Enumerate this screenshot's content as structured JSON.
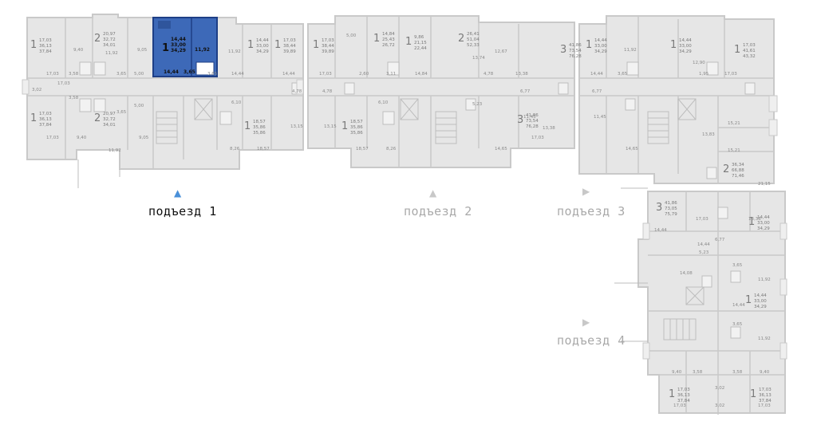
{
  "colors": {
    "wall": "#c9c9c9",
    "room": "#e6e6e6",
    "selected": "#3d69b8",
    "selected_dark": "#1e3f86",
    "text": "#6e6e6e",
    "active": "#111111",
    "inactive": "#a9a9a9",
    "accent": "#4a90d9"
  },
  "entrances": [
    {
      "label": "подъезд 1",
      "state": "active"
    },
    {
      "label": "подъезд 2",
      "state": "inactive"
    },
    {
      "label": "подъезд 3",
      "state": "inactive"
    },
    {
      "label": "подъезд 4",
      "state": "inactive"
    }
  ],
  "selected_apartment": {
    "rooms": "1",
    "living": "14,44",
    "total": "33,00",
    "total_with_balcony": "34,29",
    "room_dims": "14,44",
    "width": "3,65",
    "kitchen": "11,92"
  },
  "apartments": [
    {
      "id": "a1",
      "rooms": "1",
      "lines": [
        "17,03",
        "36,13",
        "37,84"
      ]
    },
    {
      "id": "a2",
      "rooms": "2",
      "lines": [
        "20,97",
        "32,72",
        "34,01"
      ]
    },
    {
      "id": "a3",
      "rooms": "1",
      "lines": [
        "14,44",
        "33,00",
        "34,29"
      ]
    },
    {
      "id": "a4",
      "rooms": "1",
      "lines": [
        "17,03",
        "38,44",
        "39,89"
      ]
    },
    {
      "id": "a5",
      "rooms": "1",
      "lines": [
        "17,03",
        "36,13",
        "37,84"
      ]
    },
    {
      "id": "a6",
      "rooms": "2",
      "lines": [
        "20,97",
        "32,72",
        "34,01"
      ]
    },
    {
      "id": "a7",
      "rooms": "1",
      "lines": [
        "18,57",
        "35,86",
        "35,86"
      ]
    },
    {
      "id": "a8",
      "rooms": "1",
      "lines": [
        "17,03",
        "38,44",
        "39,89"
      ]
    },
    {
      "id": "a9",
      "rooms": "1",
      "lines": [
        "14,84",
        "25,43",
        "26,72"
      ]
    },
    {
      "id": "a10",
      "rooms": "1",
      "lines": [
        "9,86",
        "21,15",
        "22,44"
      ]
    },
    {
      "id": "a11",
      "rooms": "2",
      "lines": [
        "26,41",
        "51,04",
        "52,33"
      ]
    },
    {
      "id": "a12",
      "rooms": "1",
      "lines": [
        "18,57",
        "35,86",
        "35,86"
      ]
    },
    {
      "id": "a13",
      "rooms": "3",
      "lines": [
        "41,86",
        "73,54",
        "76,28"
      ]
    },
    {
      "id": "a14",
      "rooms": "3",
      "lines": [
        "41,86",
        "73,54",
        "76,28"
      ]
    },
    {
      "id": "a15",
      "rooms": "1",
      "lines": [
        "14,44",
        "33,00",
        "34,29"
      ]
    },
    {
      "id": "a16",
      "rooms": "1",
      "lines": [
        "14,44",
        "33,00",
        "34,29"
      ]
    },
    {
      "id": "a17",
      "rooms": "1",
      "lines": [
        "17,03",
        "41,61",
        "43,32"
      ]
    },
    {
      "id": "a18",
      "rooms": "2",
      "lines": [
        "36,34",
        "66,88",
        "71,46"
      ]
    },
    {
      "id": "a19",
      "rooms": "3",
      "lines": [
        "41,86",
        "73,05",
        "75,79"
      ]
    },
    {
      "id": "a20",
      "rooms": "1",
      "lines": [
        "14,44",
        "33,00",
        "34,29"
      ]
    },
    {
      "id": "a21",
      "rooms": "1",
      "lines": [
        "14,44",
        "33,00",
        "34,29"
      ]
    },
    {
      "id": "a22",
      "rooms": "1",
      "lines": [
        "17,03",
        "36,13",
        "37,84"
      ]
    },
    {
      "id": "a23",
      "rooms": "1",
      "lines": [
        "17,03",
        "36,13",
        "37,84"
      ]
    }
  ],
  "room_labels": [
    {
      "id": "r1",
      "text": "9,40"
    },
    {
      "id": "r2",
      "text": "11,92"
    },
    {
      "id": "r3",
      "text": "9,05"
    },
    {
      "id": "r4",
      "text": "17,03"
    },
    {
      "id": "r5",
      "text": "3,58"
    },
    {
      "id": "r6",
      "text": "3,65"
    },
    {
      "id": "r7",
      "text": "5,00"
    },
    {
      "id": "r8",
      "text": "3,02"
    },
    {
      "id": "r9",
      "text": "9,40"
    },
    {
      "id": "r10",
      "text": "11,92"
    },
    {
      "id": "r11",
      "text": "9,05"
    },
    {
      "id": "r12",
      "text": "17,03"
    },
    {
      "id": "r13",
      "text": "3,58"
    },
    {
      "id": "r14",
      "text": "3,65"
    },
    {
      "id": "r15",
      "text": "5,00"
    },
    {
      "id": "r16",
      "text": "11,92"
    },
    {
      "id": "r17",
      "text": "14,44"
    },
    {
      "id": "r18",
      "text": "3,65"
    },
    {
      "id": "r19",
      "text": "6,10"
    },
    {
      "id": "r20",
      "text": "8,26"
    },
    {
      "id": "r21",
      "text": "18,57"
    },
    {
      "id": "r22",
      "text": "13,15"
    },
    {
      "id": "r23",
      "text": "4,78"
    },
    {
      "id": "r24",
      "text": "14,44"
    },
    {
      "id": "r25",
      "text": "17,03"
    },
    {
      "id": "r26",
      "text": "5,00"
    },
    {
      "id": "r27",
      "text": "2,60"
    },
    {
      "id": "r28",
      "text": "3,11"
    },
    {
      "id": "r29",
      "text": "14,84"
    },
    {
      "id": "r30",
      "text": "4,78"
    },
    {
      "id": "r31",
      "text": "13,15"
    },
    {
      "id": "r32",
      "text": "18,57"
    },
    {
      "id": "r33",
      "text": "8,26"
    },
    {
      "id": "r34",
      "text": "6,10"
    },
    {
      "id": "r35",
      "text": "13,74"
    },
    {
      "id": "r36",
      "text": "12,67"
    },
    {
      "id": "r37",
      "text": "4,78"
    },
    {
      "id": "r38",
      "text": "13,38"
    },
    {
      "id": "r39",
      "text": "5,23"
    },
    {
      "id": "r40",
      "text": "6,77"
    },
    {
      "id": "r41",
      "text": "11,45"
    },
    {
      "id": "r42",
      "text": "14,65"
    },
    {
      "id": "r43",
      "text": "17,03"
    },
    {
      "id": "r44",
      "text": "13,38"
    },
    {
      "id": "r45",
      "text": "11,92"
    },
    {
      "id": "r46",
      "text": "14,44"
    },
    {
      "id": "r47",
      "text": "3,65"
    },
    {
      "id": "r48",
      "text": "12,90"
    },
    {
      "id": "r49",
      "text": "1,95"
    },
    {
      "id": "r50",
      "text": "17,03"
    },
    {
      "id": "r51",
      "text": "6,77"
    },
    {
      "id": "r52",
      "text": "11,45"
    },
    {
      "id": "r53",
      "text": "14,65"
    },
    {
      "id": "r54",
      "text": "15,21"
    },
    {
      "id": "r55",
      "text": "13,83"
    },
    {
      "id": "r56",
      "text": "15,21"
    },
    {
      "id": "r57",
      "text": "21,15"
    },
    {
      "id": "r58",
      "text": "17,03"
    },
    {
      "id": "r59",
      "text": "13,38"
    },
    {
      "id": "r60",
      "text": "6,77"
    },
    {
      "id": "r61",
      "text": "14,44"
    },
    {
      "id": "r62",
      "text": "5,23"
    },
    {
      "id": "r63",
      "text": "3,65"
    },
    {
      "id": "r64",
      "text": "14,08"
    },
    {
      "id": "r65",
      "text": "11,92"
    },
    {
      "id": "r66",
      "text": "14,44"
    },
    {
      "id": "r67",
      "text": "3,65"
    },
    {
      "id": "r68",
      "text": "11,92"
    },
    {
      "id": "r69",
      "text": "9,40"
    },
    {
      "id": "r70",
      "text": "3,58"
    },
    {
      "id": "r71",
      "text": "3,58"
    },
    {
      "id": "r72",
      "text": "9,40"
    },
    {
      "id": "r73",
      "text": "17,03"
    },
    {
      "id": "r74",
      "text": "3,02"
    },
    {
      "id": "r75",
      "text": "17,03"
    },
    {
      "id": "r76",
      "text": "3,02"
    },
    {
      "id": "r77",
      "text": "14,44"
    },
    {
      "id": "r78",
      "text": "17,03"
    }
  ]
}
